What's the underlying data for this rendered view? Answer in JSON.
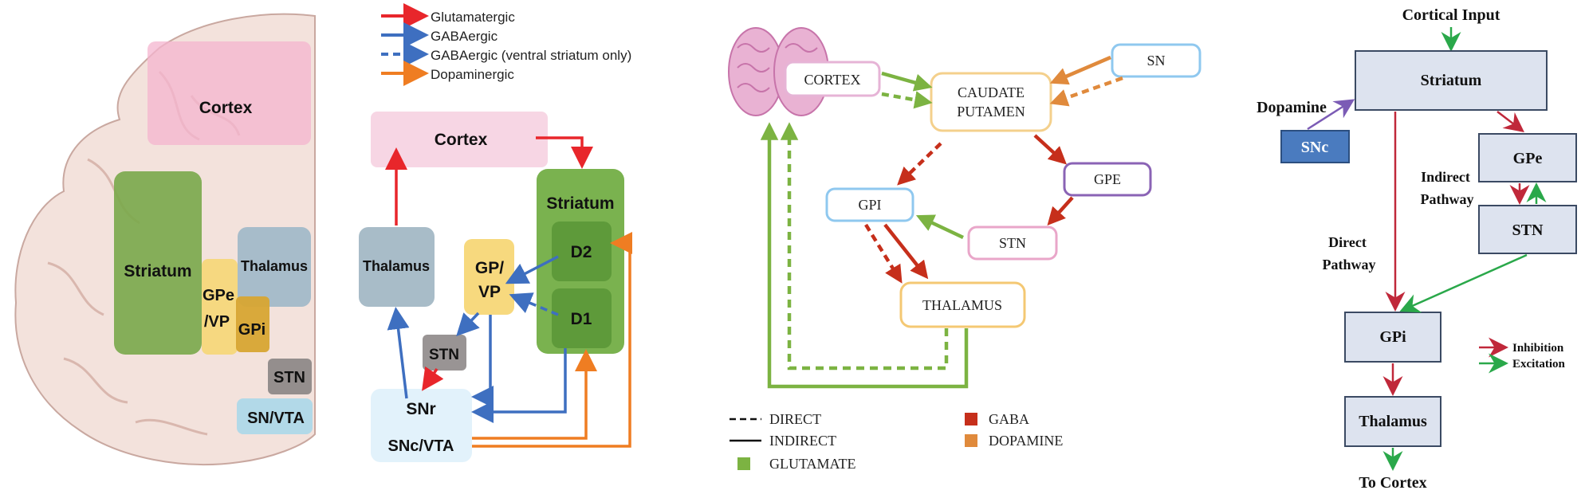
{
  "panel1": {
    "regions": {
      "cortex": "Cortex",
      "striatum": "Striatum",
      "thalamus": "Thalamus",
      "gpe_vp": [
        "GPe",
        "/VP"
      ],
      "gpi": "GPi",
      "stn": "STN",
      "sn_vta": "SN/VTA"
    }
  },
  "panel2": {
    "legend": {
      "glutamatergic": "Glutamatergic",
      "gabaergic": "GABAergic",
      "gabaergic_ventral": "GABAergic (ventral striatum only)",
      "dopaminergic": "Dopaminergic"
    },
    "nodes": {
      "cortex": "Cortex",
      "striatum": "Striatum",
      "d2": "D2",
      "d1": "D1",
      "thalamus": "Thalamus",
      "gp_vp": [
        "GP/",
        "VP"
      ],
      "stn": "STN",
      "snr": "SNr",
      "snc_vta": "SNc/VTA"
    },
    "colors": {
      "glutamatergic": "#e8262b",
      "gabaergic": "#3e6fc0",
      "dopaminergic": "#ef7d22"
    }
  },
  "panel3": {
    "nodes": {
      "cortex": "CORTEX",
      "caudate": [
        "CAUDATE",
        "PUTAMEN"
      ],
      "sn": "SN",
      "gpi": "GPI",
      "gpe": "GPE",
      "stn": "STN",
      "thalamus": "THALAMUS"
    },
    "legend": {
      "direct": "DIRECT",
      "indirect": "INDIRECT",
      "glutamate": "GLUTAMATE",
      "gaba": "GABA",
      "dopamine": "DOPAMINE"
    },
    "colors": {
      "glutamate": "#7cb342",
      "gaba": "#c62f1b",
      "dopamine": "#e08a3c"
    }
  },
  "panel4": {
    "labels": {
      "cortical_input": "Cortical Input",
      "dopamine": "Dopamine",
      "indirect_pathway": [
        "Indirect",
        "Pathway"
      ],
      "direct_pathway": [
        "Direct",
        "Pathway"
      ],
      "to_cortex": "To Cortex"
    },
    "nodes": {
      "striatum": "Striatum",
      "snc": "SNc",
      "gpe": "GPe",
      "stn": "STN",
      "gpi": "GPi",
      "thalamus": "Thalamus"
    },
    "legend": {
      "inhibition": "Inhibition",
      "excitation": "Excitation"
    },
    "colors": {
      "inhibition": "#c0283a",
      "excitation": "#2aa84a",
      "dopamine": "#7b5bb5",
      "box_fill": "#dde3ef",
      "snc_fill": "#4a7bbf"
    }
  }
}
